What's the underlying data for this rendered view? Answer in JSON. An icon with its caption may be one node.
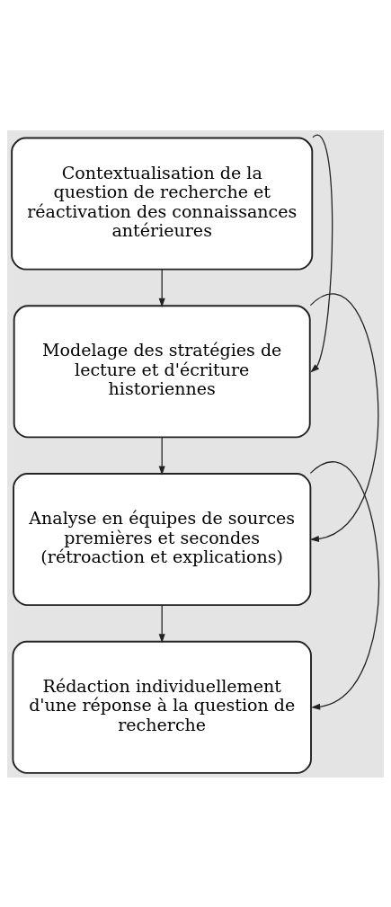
{
  "diagram": {
    "nodes": [
      {
        "text": [
          "Contextualisation de la question de recherche et réactivation des connaissances antérieures"
        ]
      },
      {
        "text": [
          "Modelage des stratégies de lecture et d'écriture historiennes"
        ]
      },
      {
        "text": [
          "Analyse en équipes de sources premières et secondes (rétroaction et explications)"
        ]
      },
      {
        "text": [
          "Rédaction individuellement d'une réponse à la question de recherche"
        ]
      }
    ],
    "edges": [
      {
        "from": 0,
        "to": 1,
        "arrow": "to"
      },
      {
        "from": 1,
        "to": 2,
        "arrow": "to"
      },
      {
        "from": 2,
        "to": 3,
        "arrow": "to"
      },
      {
        "from": 0,
        "to": 1,
        "arrow": "to"
      },
      {
        "from": 1,
        "to": 2,
        "arrow": "to"
      },
      {
        "from": 2,
        "to": 3,
        "arrow": "to"
      }
    ]
  }
}
